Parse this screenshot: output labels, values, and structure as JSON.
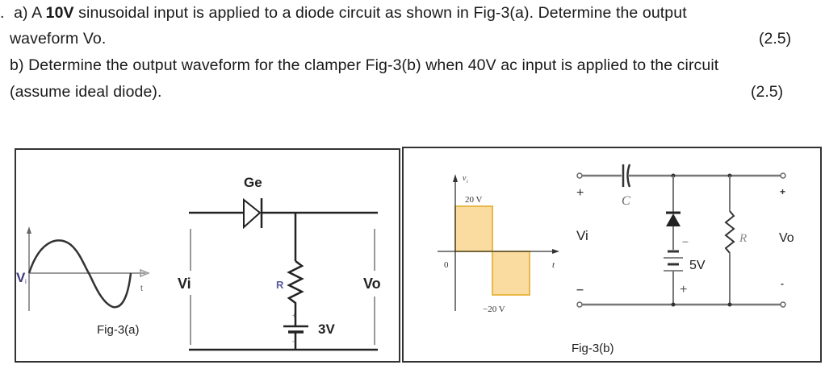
{
  "question": {
    "bullet": ".",
    "part_a": {
      "label": "a)",
      "text_before": "A",
      "bold_value": "10V",
      "text_after": "sinusoidal input is applied to a diode circuit as shown in Fig-3(a).  Determine the output",
      "line2": "waveform Vo.",
      "marks": "(2.5)"
    },
    "part_b": {
      "label": "b)",
      "line1": "Determine the output waveform for the clamper Fig-3(b) when 40V ac input is applied to the circuit",
      "line2": "(assume   ideal diode).",
      "marks": "(2.5)"
    }
  },
  "fig_a": {
    "caption": "Fig-3(a)",
    "input_graph": {
      "vi_label": "V",
      "vi_sub": "i",
      "t_label": "t"
    },
    "circuit": {
      "diode_label": "Ge",
      "vi_label": "Vi",
      "vo_label": "Vo",
      "resistor_label": "R",
      "battery_label": "3V",
      "battery_plus": "+",
      "battery_minus": "-"
    }
  },
  "fig_b": {
    "caption": "Fig-3(b)",
    "input_graph": {
      "y_label": "v",
      "y_sub": "i",
      "x_label": "t",
      "origin_label": "0",
      "high_label": "20 V",
      "low_label": "−20 V",
      "fill_color": "#fbdca0",
      "stroke_color": "#e8b84a"
    },
    "circuit": {
      "capacitor_label": "C",
      "resistor_label": "R",
      "vi_label": "Vi",
      "vo_label": "Vo",
      "battery_label": "5V",
      "in_plus": "+",
      "in_minus": "–",
      "out_plus": "+",
      "out_minus": "-",
      "battery_minus": "–",
      "battery_plus": "+"
    }
  }
}
